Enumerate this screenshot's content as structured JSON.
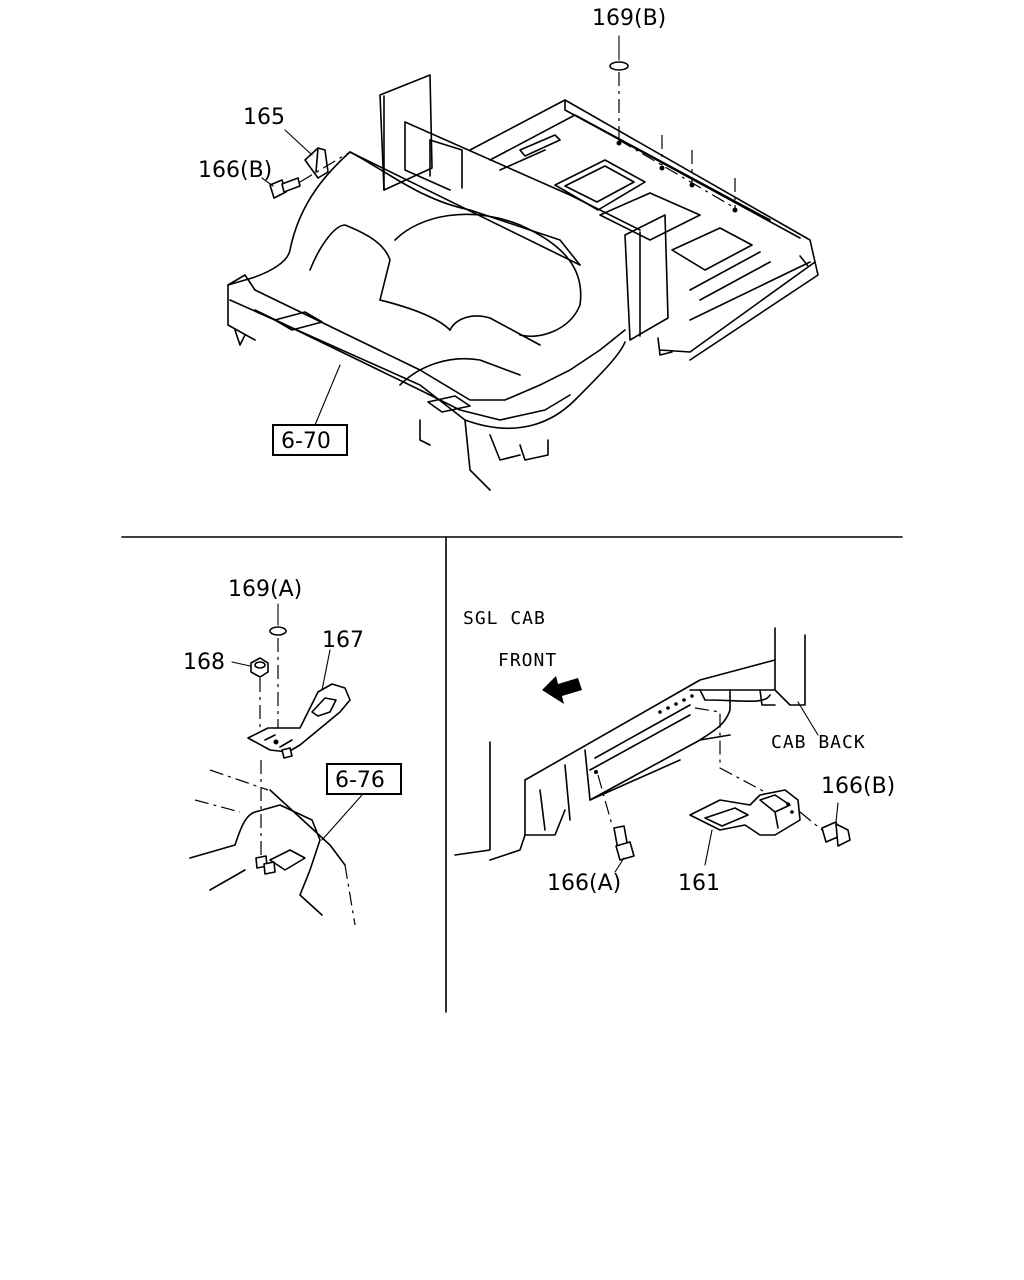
{
  "callouts": {
    "p169b_top": "169(B)",
    "p165": "165",
    "p166b_top": "166(B)",
    "ref_6_70": "6-70",
    "p169a": "169(A)",
    "p168": "168",
    "p167": "167",
    "ref_6_76": "6-76",
    "p166b_right": "166(B)",
    "p166a": "166(A)",
    "p161": "161"
  },
  "annotations": {
    "sgl_cab": "SGL CAB",
    "front": "FRONT",
    "cab_back": "CAB BACK"
  },
  "icons": [
    "front-arrow-icon"
  ],
  "colors": {
    "line": "#000000",
    "background": "#ffffff"
  }
}
